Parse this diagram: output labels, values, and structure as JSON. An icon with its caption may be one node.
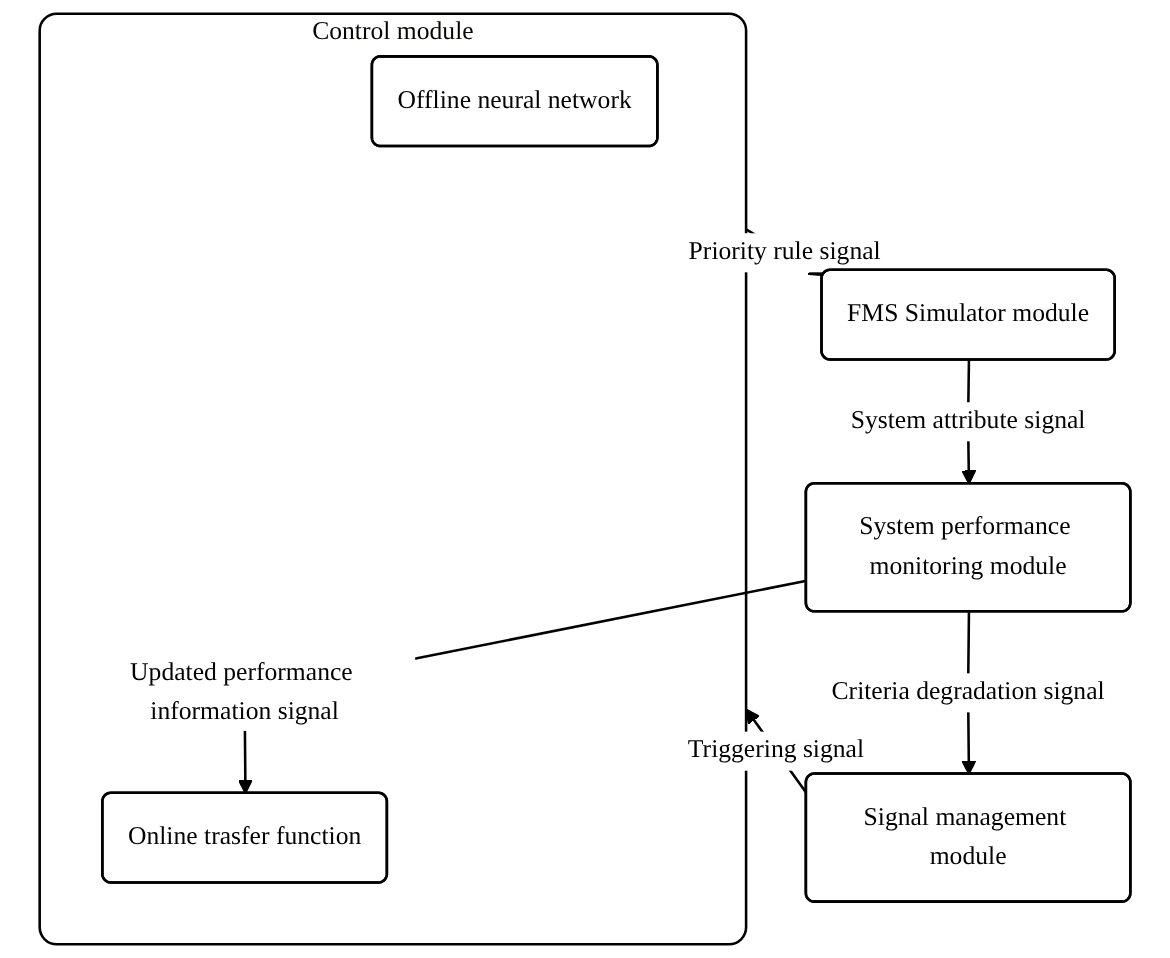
{
  "diagram": {
    "nodes": [
      {
        "text": [
          "Control module"
        ]
      },
      {
        "text": [
          "Offline neural network"
        ],
        "in": 0
      },
      {
        "text": [
          "Online trasfer function"
        ],
        "in": 0
      },
      {
        "text": [
          "Signal management module"
        ]
      },
      {
        "text": [
          "System performance monitoring module"
        ]
      },
      {
        "text": [
          "FMS Simulator module"
        ]
      }
    ],
    "edges": [
      {
        "from": 0,
        "to": 5,
        "arrow": "to",
        "label": "Priority rule signal"
      },
      {
        "from": 3,
        "to": 0,
        "arrow": "to",
        "label": "Triggering signal"
      },
      {
        "from": 4,
        "to": 3,
        "arrow": "to",
        "label": "Criteria degradation signal"
      },
      {
        "from": 4,
        "to": 2,
        "arrow": "to",
        "label": "Updated performance information signal"
      },
      {
        "from": 5,
        "to": 4,
        "arrow": "to",
        "label": "System attribute signal"
      }
    ]
  }
}
